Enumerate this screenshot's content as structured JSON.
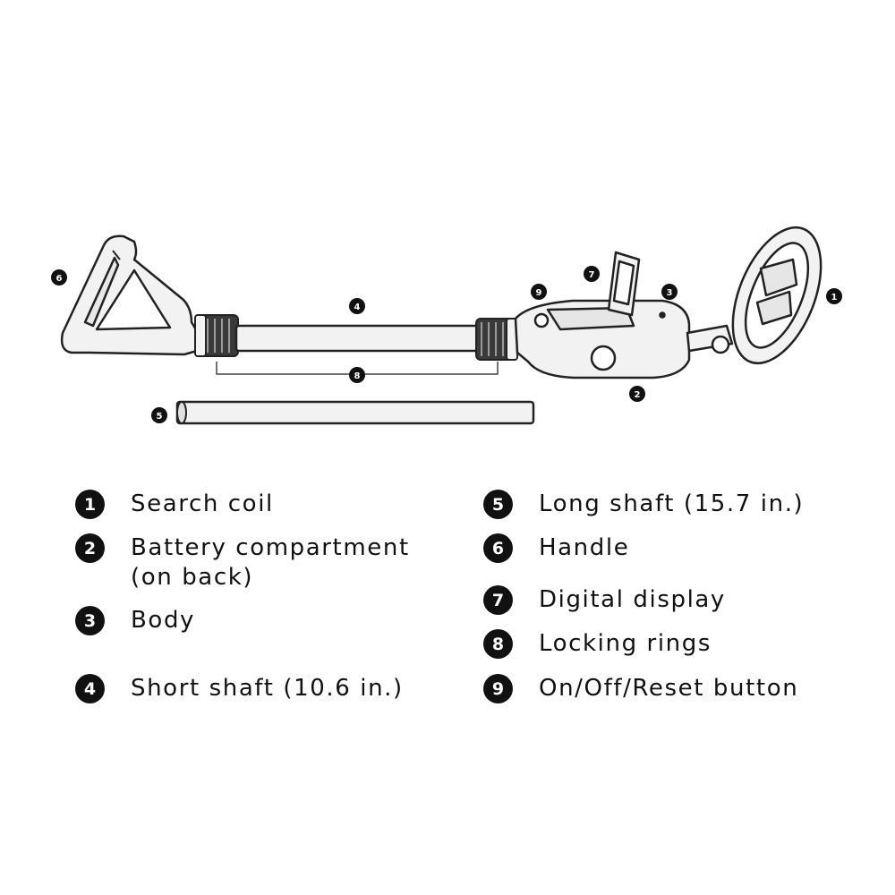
{
  "callouts": {
    "c1": "1",
    "c2": "2",
    "c3": "3",
    "c4": "4",
    "c5": "5",
    "c6": "6",
    "c7": "7",
    "c8": "8",
    "c9": "9"
  },
  "legend": [
    {
      "number": "1",
      "label": "Search coil"
    },
    {
      "number": "2",
      "label": "Battery compartment\n(on back)"
    },
    {
      "number": "3",
      "label": "Body"
    },
    {
      "number": "4",
      "label": "Short shaft (10.6 in.)"
    },
    {
      "number": "5",
      "label": "Long shaft (15.7 in.)"
    },
    {
      "number": "6",
      "label": "Handle"
    },
    {
      "number": "7",
      "label": "Digital display"
    },
    {
      "number": "8",
      "label": "Locking rings"
    },
    {
      "number": "9",
      "label": "On/Off/Reset button"
    }
  ],
  "colors": {
    "outline": "#222222",
    "body_fill": "#f2f2f2",
    "badge": "#111111",
    "ring_fill": "#3a3a3a"
  }
}
